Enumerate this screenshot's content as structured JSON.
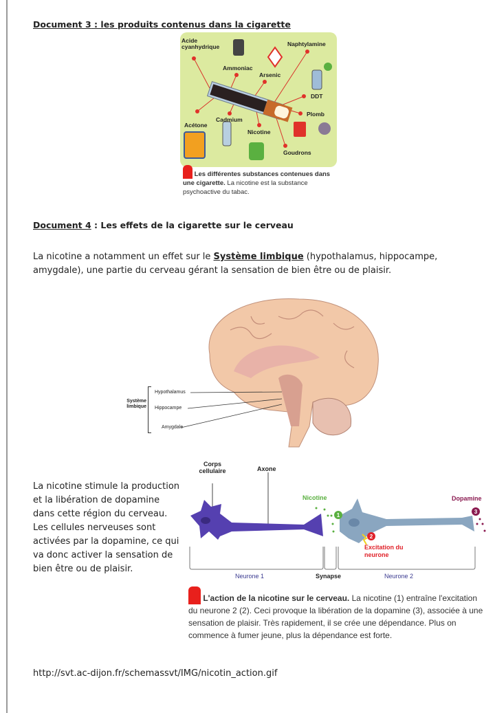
{
  "doc3": {
    "heading_prefix": "Document 3",
    "heading_rest": " : les produits contenus dans la cigarette",
    "labels": [
      "Acide cyanhydrique",
      "Ammoniac",
      "Arsenic",
      "Naphtylamine",
      "DDT",
      "Plomb",
      "Goudrons",
      "Nicotine",
      "Cadmium",
      "Acétone"
    ],
    "caption_bold": "Les différentes substances contenues dans une cigarette.",
    "caption_text": " La nicotine est la substance psychoactive du tabac."
  },
  "doc4": {
    "heading_prefix": "Document 4",
    "heading_rest": " : Les effets de la cigarette sur le cerveau",
    "intro_before": "La nicotine a notamment un effet sur le ",
    "intro_bold": "Système limbique",
    "intro_after": " (hypothalamus, hippocampe, amygdale), une partie du cerveau gérant la sensation de bien être ou de plaisir.",
    "brain": {
      "group_label": "Système limbique",
      "parts": [
        "Hypothalamus",
        "Hippocampe",
        "Amygdale"
      ]
    },
    "side_text": "La nicotine stimule la production et la libération de dopamine dans cette région du cerveau. Les cellules nerveuses sont activées par la dopamine, ce qui va donc activer la sensation de bien être ou de plaisir.",
    "neuron": {
      "corps": "Corps cellulaire",
      "axone": "Axone",
      "nicotine": "Nicotine",
      "dopamine": "Dopamine",
      "excitation": "Excitation du neurone",
      "n1": "Neurone 1",
      "synapse": "Synapse",
      "n2": "Neurone 2",
      "num1": "1",
      "num2": "2",
      "num3": "3"
    },
    "caption_bold": "L'action de la nicotine sur le cerveau.",
    "caption_text": " La nicotine (1) entraîne l'excitation du neurone 2 (2). Ceci provoque la libération de la dopamine (3), associée à une sensation de plaisir. Très rapidement, il se crée une dépendance. Plus on commence à fumer jeune, plus la dépendance est forte."
  },
  "source_url": "http://svt.ac-dijon.fr/schemassvt/IMG/nicotin_action.gif"
}
